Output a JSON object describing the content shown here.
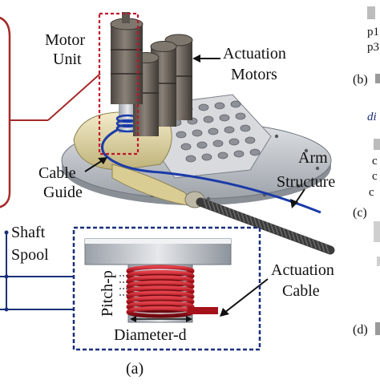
{
  "labels": {
    "motor_unit_l1": "Motor",
    "motor_unit_l2": "Unit",
    "actuation_motors_l1": "Actuation",
    "actuation_motors_l2": "Motors",
    "cable_guide_l1": "Cable",
    "cable_guide_l2": "Guide",
    "arm_structure_l1": "Arm",
    "arm_structure_l2": "Structure",
    "actuation_cable_l1": "Actuation",
    "actuation_cable_l2": "Cable",
    "shaft": "Shaft",
    "spool": "Spool",
    "pitch": "Pitch-p",
    "diameter": "Diameter-d",
    "panel_a": "(a)"
  },
  "right_margin_fragments": {
    "top_l1": "p1",
    "top_l2": "p3",
    "panel_b": "(b)",
    "italic": "di",
    "c1": "c",
    "c2": "c",
    "c3": "c",
    "panel_c": "(c)",
    "panel_d": "(d)"
  },
  "colors": {
    "motor_unit_box": "#c0152a",
    "inset_box": "#1a2f7a",
    "cable": "#1a3aa8",
    "spool_coil": "#b3171e",
    "housing": "#e7dca8",
    "base_plate": "#c9ccd1",
    "motor_body": "#6b645c",
    "left_bracket": "#a62a2a",
    "leader_navy": "#1a2f7a"
  }
}
